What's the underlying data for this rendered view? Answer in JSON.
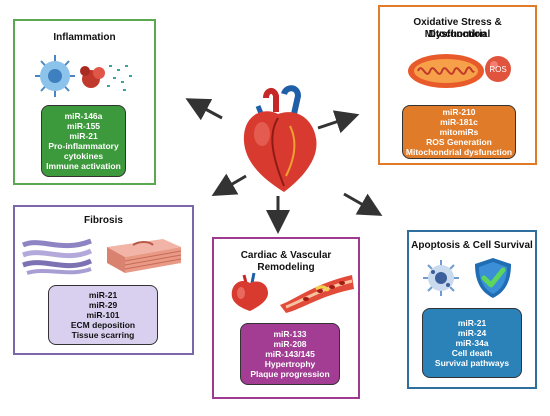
{
  "panels": {
    "inflammation": {
      "title": "Inflammation",
      "items": [
        "miR-146a",
        "miR-155",
        "miR-21",
        "Pro-inflammatory",
        "cytokines",
        "Immune activation"
      ],
      "colors": {
        "border": "#5aa84f",
        "box": "#3c9a3c",
        "text": "#ffffff"
      }
    },
    "oxidative": {
      "title_line1": "Oxidative Stress & Mitochondrial",
      "title_line2": "Dysfunction",
      "items": [
        "miR-210",
        "miR-181c",
        "mitomiRs",
        "ROS Generation",
        "Mitochondrial dysfunction"
      ],
      "ros_label": "ROS",
      "colors": {
        "border": "#e07b2a",
        "box": "#e07b2a",
        "text": "#ffffff"
      }
    },
    "fibrosis": {
      "title": "Fibrosis",
      "items": [
        "miR-21",
        "miR-29",
        "miR-101",
        "ECM deposition",
        "Tissue scarring"
      ],
      "colors": {
        "border": "#7a66a8",
        "box": "#d9d0ef",
        "text": "#111111"
      }
    },
    "remodeling": {
      "title": "Cardiac & Vascular Remodeling",
      "items": [
        "miR-133",
        "miR-208",
        "miR-143/145",
        "Hypertrophy",
        "Plaque progression"
      ],
      "colors": {
        "border": "#9e3a8f",
        "box": "#a23d93",
        "text": "#ffffff"
      }
    },
    "apoptosis": {
      "title": "Apoptosis & Cell Survival",
      "items": [
        "miR-21",
        "miR-24",
        "miR-34a",
        "Cell death",
        "Survival pathways"
      ],
      "colors": {
        "border": "#2f6f9e",
        "box": "#2b82b8",
        "text": "#ffffff"
      }
    }
  },
  "icons": [
    "heart-icon",
    "immune-cell-icon",
    "mitochondria-icon",
    "fibers-icon",
    "tissue-icon",
    "heart-small-icon",
    "artery-icon",
    "apoptotic-cell-icon",
    "shield-check-icon"
  ]
}
